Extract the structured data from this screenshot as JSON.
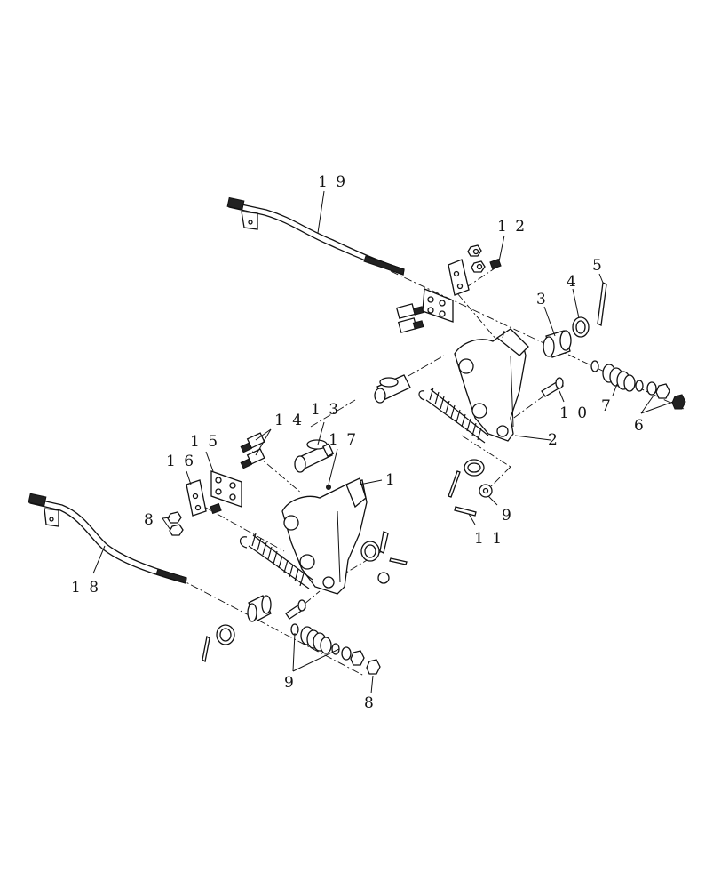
{
  "diagram": {
    "labels": {
      "l1": "1",
      "l2": "2",
      "l3": "3",
      "l4": "4",
      "l5": "5",
      "l6a": "6",
      "l7": "7",
      "l8a": "8",
      "l8b": "8",
      "l9a": "9",
      "l9b": "9",
      "l10": "1 0",
      "l11": "1 1",
      "l12": "1 2",
      "l13": "1 3",
      "l14": "1 4",
      "l15": "1 5",
      "l16": "1 6",
      "l17": "1 7",
      "l18": "1 8",
      "l19": "1 9"
    }
  }
}
